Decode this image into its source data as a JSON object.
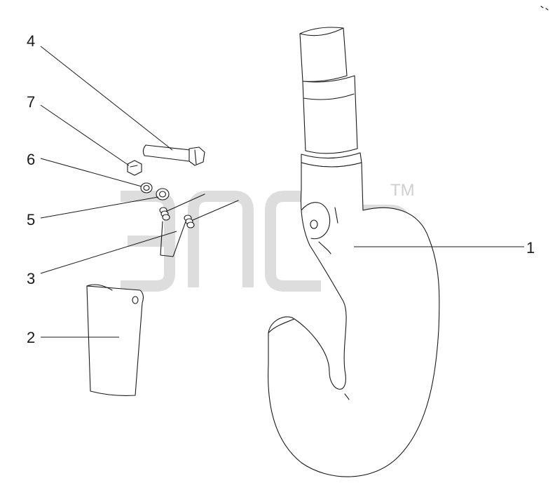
{
  "callouts": [
    {
      "number": "1",
      "part": "hook"
    },
    {
      "number": "2",
      "part": "latch-plate"
    },
    {
      "number": "3",
      "part": "torsion-spring"
    },
    {
      "number": "4",
      "part": "bolt"
    },
    {
      "number": "5",
      "part": "washer"
    },
    {
      "number": "6",
      "part": "spring-washer"
    },
    {
      "number": "7",
      "part": "nut"
    }
  ],
  "watermark": {
    "letters": "эпсв",
    "tm": "TM",
    "color": "#d2d2d2"
  },
  "colors": {
    "line": "#1a1a1a",
    "background": "#ffffff"
  }
}
